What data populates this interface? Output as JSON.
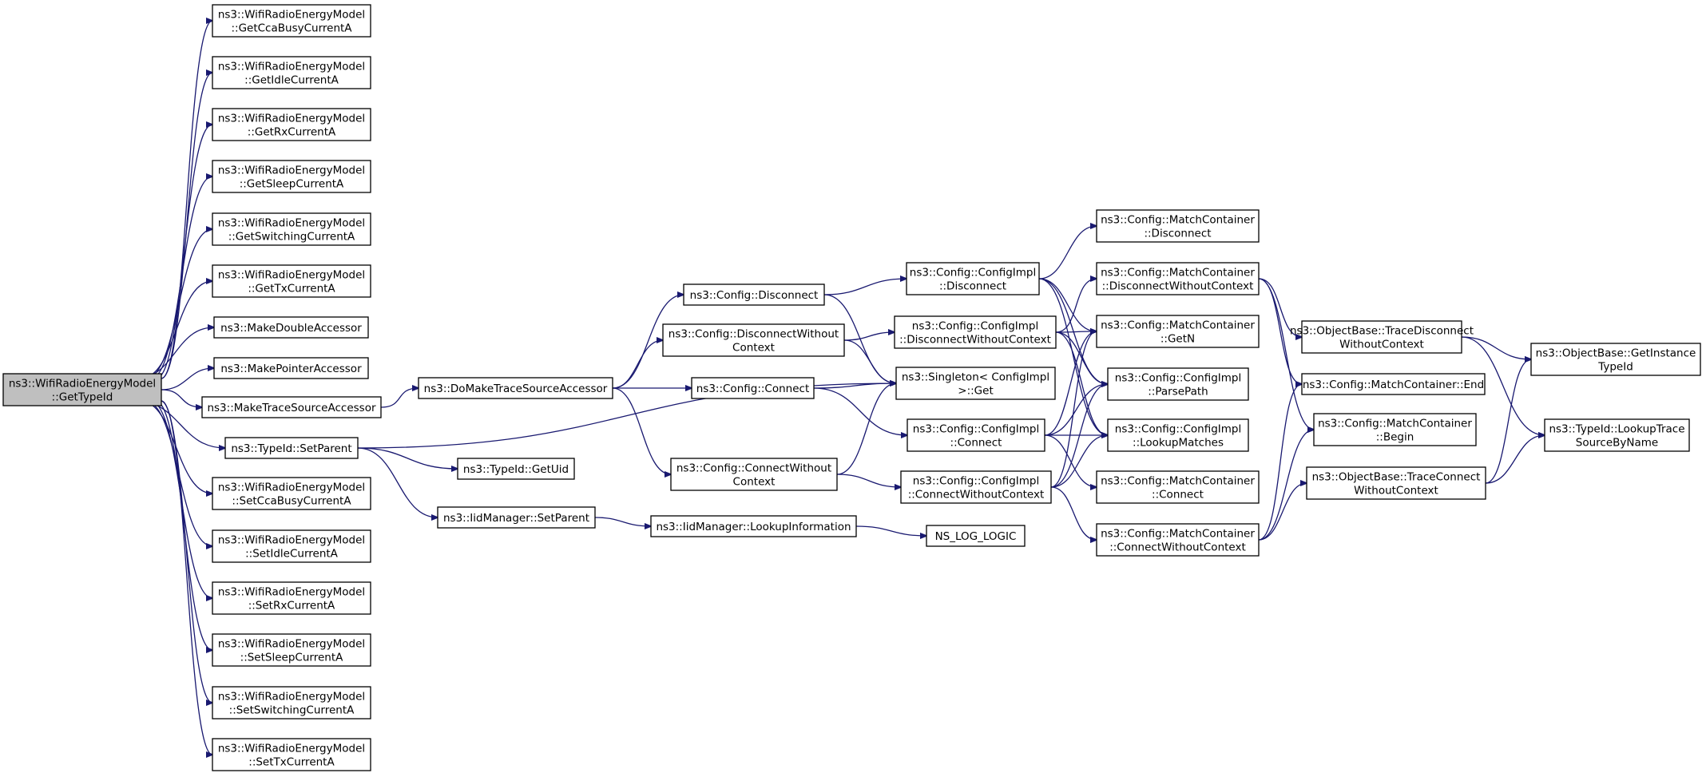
{
  "graph": {
    "edge_color": "#191970",
    "root_fill": "#bfbfbf",
    "node_fill": "#ffffff",
    "nodes": [
      {
        "id": "root",
        "lines": [
          "ns3::WifiRadioEnergyModel",
          "::GetTypeId"
        ],
        "root": true
      },
      {
        "id": "getCcaBusy",
        "lines": [
          "ns3::WifiRadioEnergyModel",
          "::GetCcaBusyCurrentA"
        ]
      },
      {
        "id": "getIdle",
        "lines": [
          "ns3::WifiRadioEnergyModel",
          "::GetIdleCurrentA"
        ]
      },
      {
        "id": "getRx",
        "lines": [
          "ns3::WifiRadioEnergyModel",
          "::GetRxCurrentA"
        ]
      },
      {
        "id": "getSleep",
        "lines": [
          "ns3::WifiRadioEnergyModel",
          "::GetSleepCurrentA"
        ]
      },
      {
        "id": "getSwitching",
        "lines": [
          "ns3::WifiRadioEnergyModel",
          "::GetSwitchingCurrentA"
        ]
      },
      {
        "id": "getTx",
        "lines": [
          "ns3::WifiRadioEnergyModel",
          "::GetTxCurrentA"
        ]
      },
      {
        "id": "makeDouble",
        "lines": [
          "ns3::MakeDoubleAccessor"
        ]
      },
      {
        "id": "makePointer",
        "lines": [
          "ns3::MakePointerAccessor"
        ]
      },
      {
        "id": "makeTrace",
        "lines": [
          "ns3::MakeTraceSourceAccessor"
        ]
      },
      {
        "id": "typeIdSetParent",
        "lines": [
          "ns3::TypeId::SetParent"
        ]
      },
      {
        "id": "setCcaBusy",
        "lines": [
          "ns3::WifiRadioEnergyModel",
          "::SetCcaBusyCurrentA"
        ]
      },
      {
        "id": "setIdle",
        "lines": [
          "ns3::WifiRadioEnergyModel",
          "::SetIdleCurrentA"
        ]
      },
      {
        "id": "setRx",
        "lines": [
          "ns3::WifiRadioEnergyModel",
          "::SetRxCurrentA"
        ]
      },
      {
        "id": "setSleep",
        "lines": [
          "ns3::WifiRadioEnergyModel",
          "::SetSleepCurrentA"
        ]
      },
      {
        "id": "setSwitching",
        "lines": [
          "ns3::WifiRadioEnergyModel",
          "::SetSwitchingCurrentA"
        ]
      },
      {
        "id": "setTx",
        "lines": [
          "ns3::WifiRadioEnergyModel",
          "::SetTxCurrentA"
        ]
      },
      {
        "id": "doMakeTrace",
        "lines": [
          "ns3::DoMakeTraceSourceAccessor"
        ]
      },
      {
        "id": "typeIdGetUid",
        "lines": [
          "ns3::TypeId::GetUid"
        ]
      },
      {
        "id": "iidSetParent",
        "lines": [
          "ns3::IidManager::SetParent"
        ]
      },
      {
        "id": "configDisconnect",
        "lines": [
          "ns3::Config::Disconnect"
        ]
      },
      {
        "id": "configDisconnectWC",
        "lines": [
          "ns3::Config::DisconnectWithout",
          "Context"
        ]
      },
      {
        "id": "configConnect",
        "lines": [
          "ns3::Config::Connect"
        ]
      },
      {
        "id": "configConnectWC",
        "lines": [
          "ns3::Config::ConnectWithout",
          "Context"
        ]
      },
      {
        "id": "iidLookupInfo",
        "lines": [
          "ns3::IidManager::LookupInformation"
        ]
      },
      {
        "id": "implDisconnect",
        "lines": [
          "ns3::Config::ConfigImpl",
          "::Disconnect"
        ]
      },
      {
        "id": "implDisconnectWC",
        "lines": [
          "ns3::Config::ConfigImpl",
          "::DisconnectWithoutContext"
        ]
      },
      {
        "id": "singletonGet",
        "lines": [
          "ns3::Singleton< ConfigImpl",
          " >::Get"
        ]
      },
      {
        "id": "implConnect",
        "lines": [
          "ns3::Config::ConfigImpl",
          "::Connect"
        ]
      },
      {
        "id": "implConnectWC",
        "lines": [
          "ns3::Config::ConfigImpl",
          "::ConnectWithoutContext"
        ]
      },
      {
        "id": "nsLogLogic",
        "lines": [
          "NS_LOG_LOGIC"
        ]
      },
      {
        "id": "mcDisconnect",
        "lines": [
          "ns3::Config::MatchContainer",
          "::Disconnect"
        ]
      },
      {
        "id": "mcDisconnectWC",
        "lines": [
          "ns3::Config::MatchContainer",
          "::DisconnectWithoutContext"
        ]
      },
      {
        "id": "mcGetN",
        "lines": [
          "ns3::Config::MatchContainer",
          "::GetN"
        ]
      },
      {
        "id": "implParsePath",
        "lines": [
          "ns3::Config::ConfigImpl",
          "::ParsePath"
        ]
      },
      {
        "id": "implLookupMatches",
        "lines": [
          "ns3::Config::ConfigImpl",
          "::LookupMatches"
        ]
      },
      {
        "id": "mcConnect",
        "lines": [
          "ns3::Config::MatchContainer",
          "::Connect"
        ]
      },
      {
        "id": "mcConnectWC",
        "lines": [
          "ns3::Config::MatchContainer",
          "::ConnectWithoutContext"
        ]
      },
      {
        "id": "obTraceDisconnectWC",
        "lines": [
          "ns3::ObjectBase::TraceDisconnect",
          "WithoutContext"
        ]
      },
      {
        "id": "mcEnd",
        "lines": [
          "ns3::Config::MatchContainer::End"
        ]
      },
      {
        "id": "mcBegin",
        "lines": [
          "ns3::Config::MatchContainer",
          "::Begin"
        ]
      },
      {
        "id": "obTraceConnectWC",
        "lines": [
          "ns3::ObjectBase::TraceConnect",
          "WithoutContext"
        ]
      },
      {
        "id": "obGetInstanceTypeId",
        "lines": [
          "ns3::ObjectBase::GetInstance",
          "TypeId"
        ]
      },
      {
        "id": "typeIdLookupTrace",
        "lines": [
          "ns3::TypeId::LookupTrace",
          "SourceByName"
        ]
      }
    ]
  }
}
